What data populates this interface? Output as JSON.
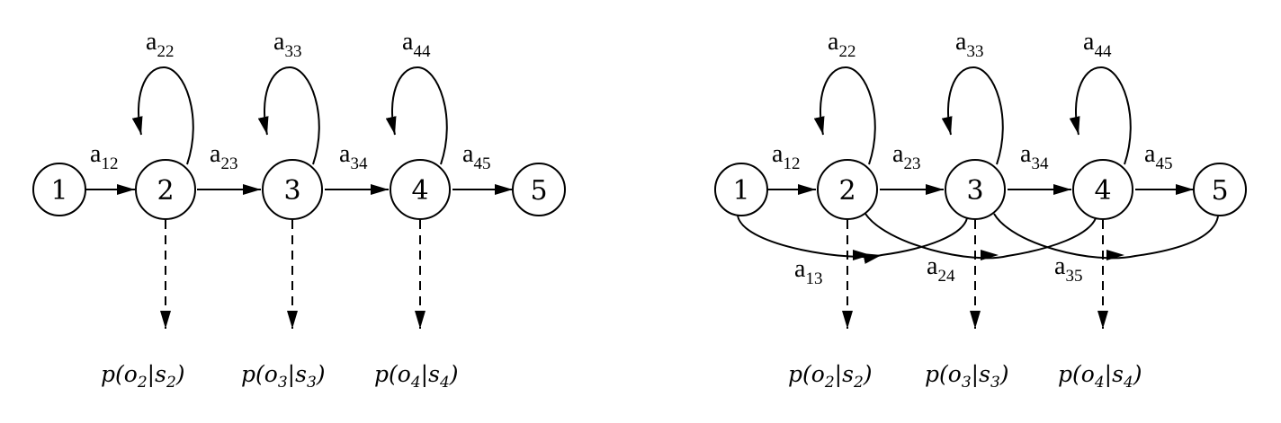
{
  "diagrams": [
    {
      "id": "left",
      "nodes": [
        "1",
        "2",
        "3",
        "4",
        "5"
      ],
      "self_loops": [
        {
          "base": "a",
          "sub": "22"
        },
        {
          "base": "a",
          "sub": "33"
        },
        {
          "base": "a",
          "sub": "44"
        }
      ],
      "transitions": [
        {
          "base": "a",
          "sub": "12"
        },
        {
          "base": "a",
          "sub": "23"
        },
        {
          "base": "a",
          "sub": "34"
        },
        {
          "base": "a",
          "sub": "45"
        }
      ],
      "observations": [
        {
          "p": "p",
          "o": "o",
          "os": "2",
          "s": "s",
          "ss": "2"
        },
        {
          "p": "p",
          "o": "o",
          "os": "3",
          "s": "s",
          "ss": "3"
        },
        {
          "p": "p",
          "o": "o",
          "os": "4",
          "s": "s",
          "ss": "4"
        }
      ]
    },
    {
      "id": "right",
      "nodes": [
        "1",
        "2",
        "3",
        "4",
        "5"
      ],
      "self_loops": [
        {
          "base": "a",
          "sub": "22"
        },
        {
          "base": "a",
          "sub": "33"
        },
        {
          "base": "a",
          "sub": "44"
        }
      ],
      "transitions": [
        {
          "base": "a",
          "sub": "12"
        },
        {
          "base": "a",
          "sub": "23"
        },
        {
          "base": "a",
          "sub": "34"
        },
        {
          "base": "a",
          "sub": "45"
        }
      ],
      "skips": [
        {
          "base": "a",
          "sub": "13"
        },
        {
          "base": "a",
          "sub": "24"
        },
        {
          "base": "a",
          "sub": "35"
        }
      ],
      "observations": [
        {
          "p": "p",
          "o": "o",
          "os": "2",
          "s": "s",
          "ss": "2"
        },
        {
          "p": "p",
          "o": "o",
          "os": "3",
          "s": "s",
          "ss": "3"
        },
        {
          "p": "p",
          "o": "o",
          "os": "4",
          "s": "s",
          "ss": "4"
        }
      ]
    }
  ]
}
